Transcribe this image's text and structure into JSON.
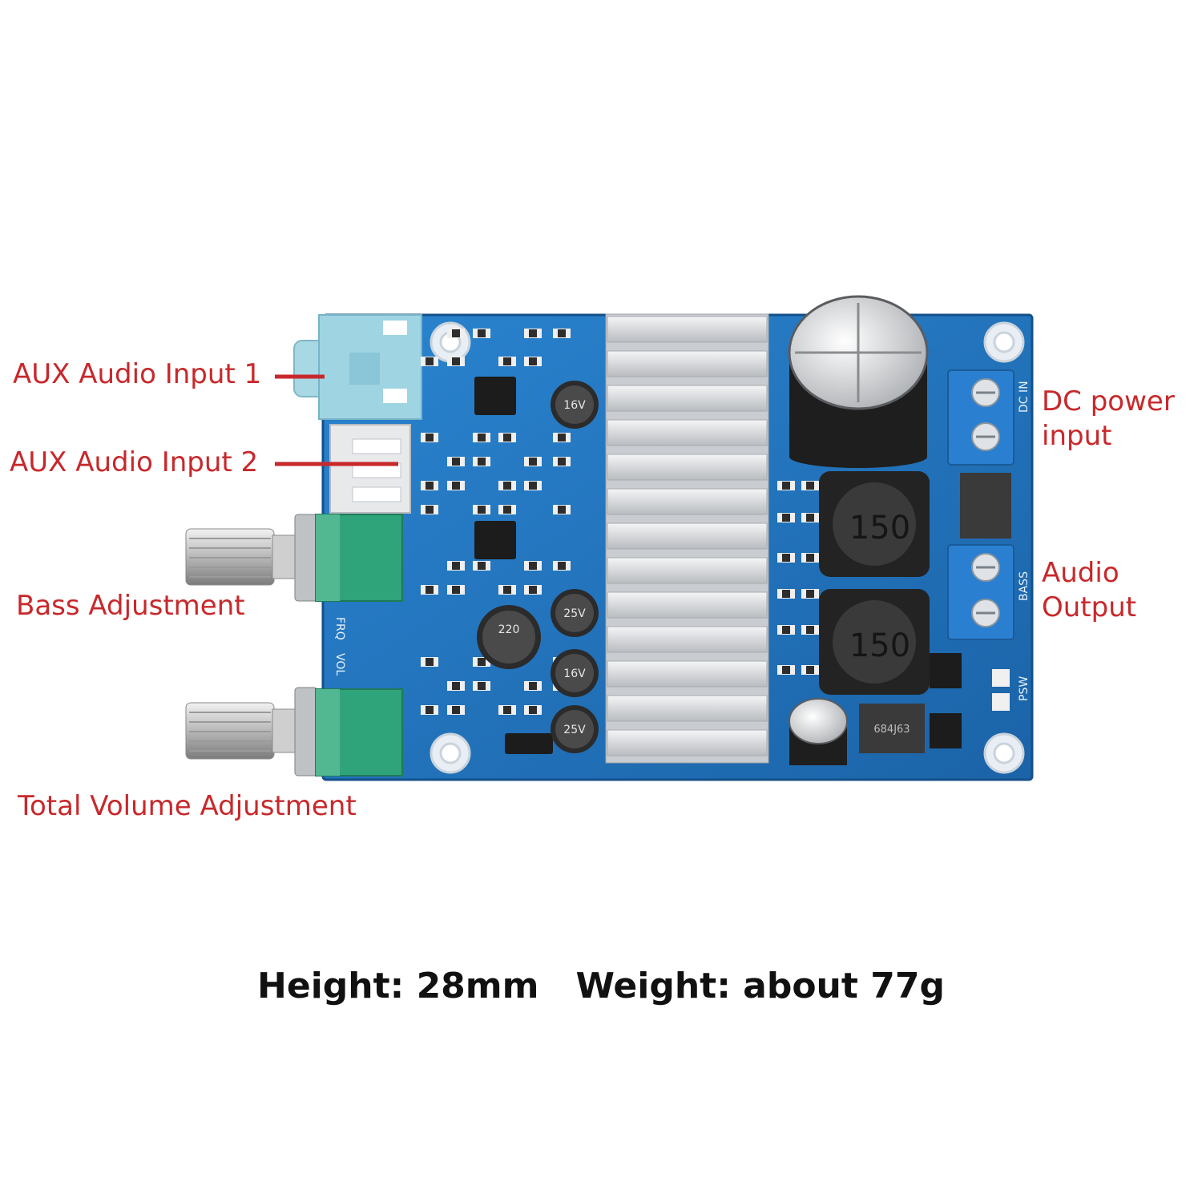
{
  "callouts": {
    "aux1": "AUX Audio Input 1",
    "aux2": "AUX Audio Input 2",
    "bass": "Bass Adjustment",
    "volume": "Total Volume Adjustment",
    "dc_line1": "DC power",
    "dc_line2": "input",
    "out_line1": "Audio",
    "out_line2": "Output"
  },
  "board_labels": {
    "inductor_top": "150",
    "inductor_bottom": "150",
    "silk_frq": "FRQ",
    "silk_vol": "VOL",
    "silk_dcin": "DC IN",
    "silk_bass": "BASS",
    "silk_psw": "PSW",
    "cap_220": "220",
    "cap_16v": "16V",
    "cap_25v": "25V",
    "chip_code": "684J63"
  },
  "footer": {
    "height": "Height: 28mm",
    "weight": "Weight: about 77g"
  },
  "colors": {
    "callout": "#c8282b",
    "pcb": "#1f6fb8",
    "heatsink": "#d9dbde",
    "terminal": "#2a7fd0",
    "pot_body": "#2fa37a"
  }
}
